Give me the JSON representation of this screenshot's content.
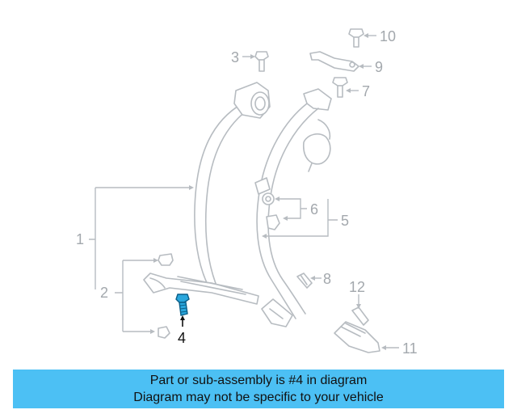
{
  "callouts": {
    "c1": "1",
    "c2": "2",
    "c3": "3",
    "c4": "4",
    "c5": "5",
    "c6": "6",
    "c7": "7",
    "c8": "8",
    "c9": "9",
    "c10": "10",
    "c11": "11",
    "c12": "12"
  },
  "highlighted_part": "4",
  "colors": {
    "banner": "#4cc0f4",
    "highlight_part": "#2aa7dd",
    "line_art": "#b7bcc1",
    "callout_text": "#a3a8ad",
    "active_text": "#111111"
  },
  "banner": {
    "line1": "Part or sub-assembly is #4 in diagram",
    "line2": "Diagram may not be specific to your vehicle"
  }
}
